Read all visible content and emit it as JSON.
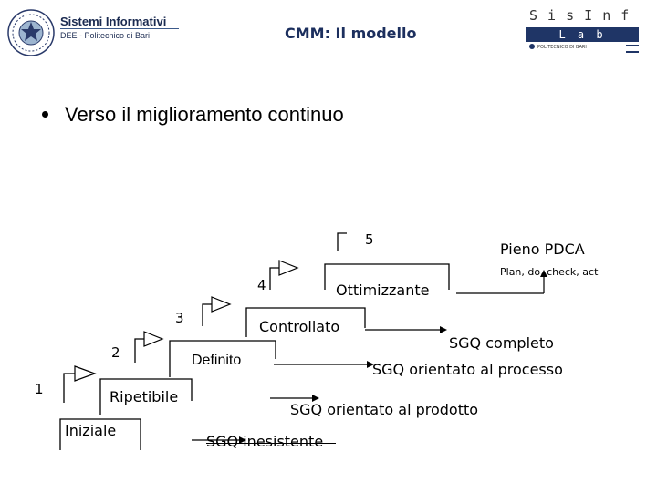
{
  "header": {
    "org_title": "Sistemi Informativi",
    "org_subtitle": "DEE - Politecnico di Bari",
    "slide_title": "CMM: Il modello",
    "brand_top": "S i s I n f",
    "brand_lab": "L a b",
    "brand_small": "POLITECNICO DI BARI"
  },
  "bullet": "Verso il miglioramento continuo",
  "levels": [
    {
      "num": "1",
      "name": "Iniziale",
      "desc": "SGQ inesistente"
    },
    {
      "num": "2",
      "name": "Ripetibile",
      "desc": "SGQ orientato al prodotto"
    },
    {
      "num": "3",
      "name": "Definito",
      "desc": "SGQ orientato al processo"
    },
    {
      "num": "4",
      "name": "Controllato",
      "desc": "SGQ completo"
    },
    {
      "num": "5",
      "name": "Ottimizzante",
      "desc": "Pieno PDCA",
      "note": "Plan, do, check, act"
    }
  ]
}
